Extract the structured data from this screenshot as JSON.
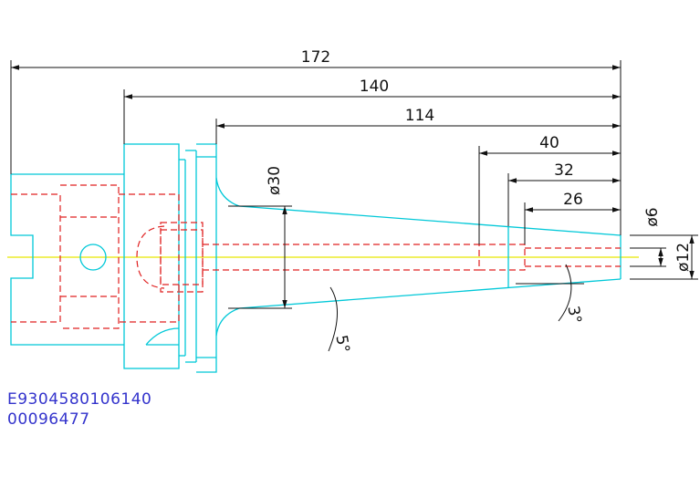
{
  "colors": {
    "outline": "#00c8d8",
    "hidden": "#e02020",
    "dimension": "#111111",
    "centerline": "#e8e800",
    "code_text": "#3333cc"
  },
  "dimensions": {
    "overall_length": "172",
    "flange_to_end": "140",
    "taper_length": "114",
    "bore_depth_1": "40",
    "bore_depth_2": "32",
    "bore_depth_3": "26",
    "taper_dia": "ø30",
    "bore_dia": "ø6",
    "tip_dia": "ø12",
    "taper_angle_main": "5°",
    "taper_angle_tip": "3°"
  },
  "part_codes": {
    "article": "E9304580106140",
    "serial": "00096477"
  }
}
